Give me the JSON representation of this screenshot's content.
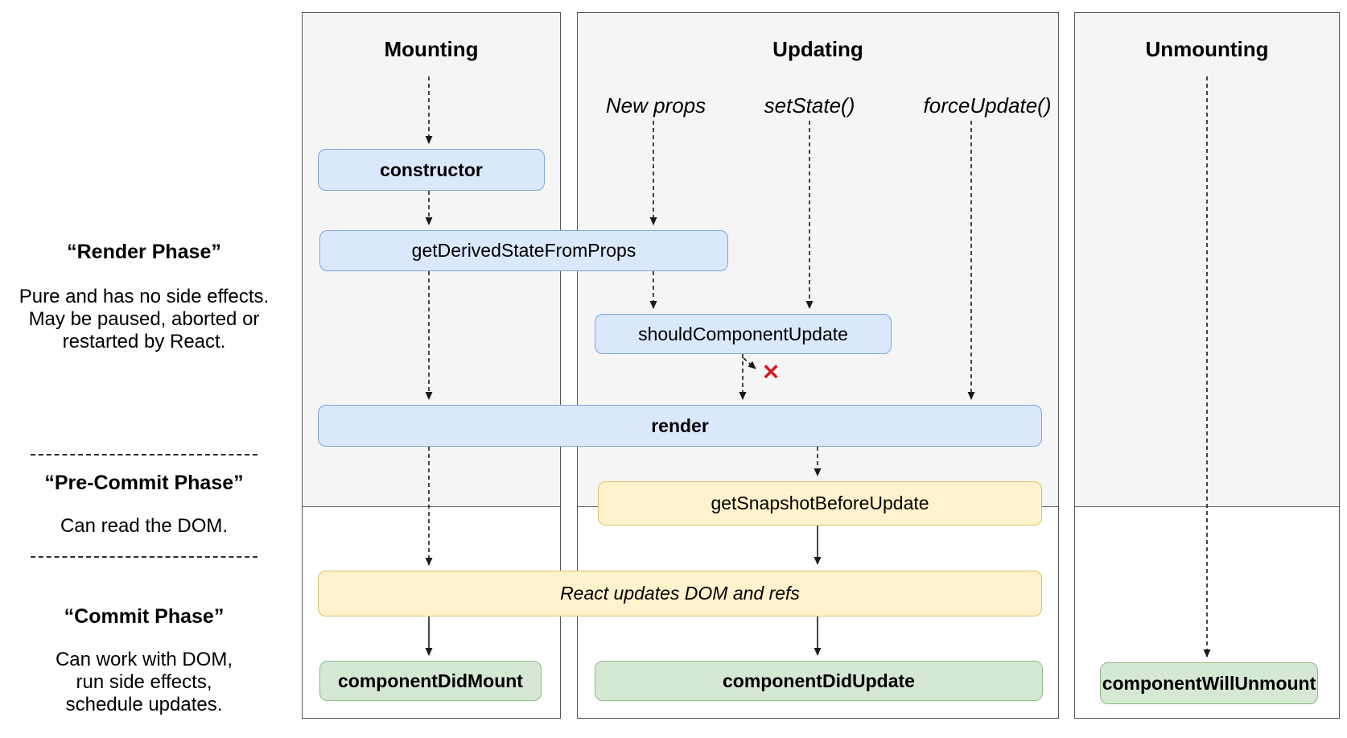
{
  "diagram": {
    "sidebar": {
      "render_phase": {
        "title": "“Render Phase”",
        "lines": [
          "Pure and has no side effects.",
          "May be paused, aborted or",
          "restarted by React."
        ]
      },
      "pre_commit_phase": {
        "title": "“Pre-Commit Phase”",
        "lines": [
          "Can read the DOM."
        ]
      },
      "commit_phase": {
        "title": "“Commit Phase”",
        "lines": [
          "Can work with DOM,",
          "run side effects,",
          "schedule updates."
        ]
      }
    },
    "columns": {
      "mounting": {
        "title": "Mounting"
      },
      "updating": {
        "title": "Updating",
        "triggers": [
          "New props",
          "setState()",
          "forceUpdate()"
        ]
      },
      "unmounting": {
        "title": "Unmounting"
      }
    },
    "nodes": {
      "constructor": "constructor",
      "get_derived_state_from_props": "getDerivedStateFromProps",
      "should_component_update": "shouldComponentUpdate",
      "render": "render",
      "get_snapshot_before_update": "getSnapshotBeforeUpdate",
      "react_updates_dom": "React updates DOM and refs",
      "component_did_mount": "componentDidMount",
      "component_did_update": "componentDidUpdate",
      "component_will_unmount": "componentWillUnmount"
    },
    "icons": {
      "no_update_x": "✕"
    },
    "colors": {
      "lifecycle_node_fill": "#dae8fc",
      "lifecycle_node_stroke": "#7ea6d8",
      "side_effect_fill": "#fff2cc",
      "side_effect_stroke": "#d9c26d",
      "commit_node_fill": "#d5e8d4",
      "commit_node_stroke": "#8cba85",
      "phase_background": "#f5f5f5",
      "no_update_x_color": "#d61a1a"
    }
  }
}
